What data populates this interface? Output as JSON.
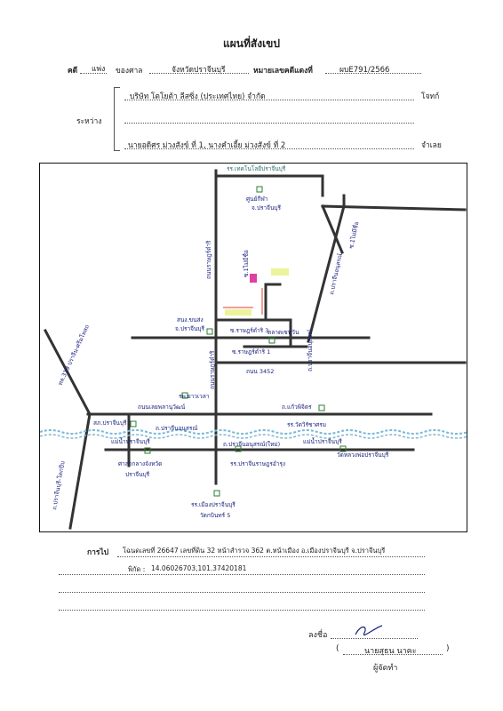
{
  "title": "แผนที่สังเขป",
  "header": {
    "case_label": "คดี",
    "case_type": "แพ่ง",
    "court_label": "ของศาล",
    "court": "จังหวัดปราจีนบุรี",
    "case_no_label": "หมายเลขคดีแดงที่",
    "case_no": "ผบE791/2566"
  },
  "parties": {
    "between_label": "ระหว่าง",
    "plaintiff": "บริษัท โตโยต้า ลีสซิ่ง (ประเทศไทย) จำกัด",
    "plaintiff_role": "โจทก์",
    "defendant": "นายอดิศร ม่วงสังข์ ที่ 1, นางคำเอี้ย ม่วงสังข์ ที่ 2",
    "defendant_role": "จำเลย"
  },
  "map": {
    "labels": {
      "school_top": "รร.เทคโนโลยีปราจีนบุรี",
      "center": "ศูนย์กีฬา",
      "center_sub": "จ.ปราจีนบุรี",
      "road_left": "ถนนราษฎร์ดำริ",
      "road_right": "ถ.ปราจีนอนุสรณ์",
      "soi_top": "ซ.1ไม่มีชื่อ",
      "office": "สนง.ขนส่ง",
      "office_sub": "จ.ปราจีนบุรี",
      "soi_a": "ซ.ราษฎร์ดำริ 3",
      "soi_b": "ซ.ราษฎร์ดำริ 1",
      "market": "ตลาดเซฟวัน",
      "road_bottom": "ถนน 3452",
      "highway_left": "ทล.319 ปราจีน-ศรีมโหสถ",
      "road_mid1": "ถนนเลยพลานุวัฒน์",
      "road_mid2": "ถ.แก้วพิจิตร",
      "police": "สภ.ปราจีนบุรี",
      "hospital": "รพ.ยาวเวลา",
      "school_mid": "รร.วัดวิรัชาศรม",
      "river_left": "แม่น้ำปราจีนบุรี",
      "river_right": "แม่น้ำปราจีนบุรี",
      "road_low1": "ถ.ปราจีนอนุสรณ์",
      "road_low2": "ถ.ปราจีนอนุสรณ์(ใหม่)",
      "road_vert_left": "ถ.ปราจีนบุรี-โคกปีบ",
      "gov_hall": "ศาลากลางจังหวัด",
      "gov_hall_sub": "ปราจีนบุรี",
      "school_low": "รร.ปราจีนราษฎรอำรุง",
      "temple": "วัดหลวงพ่อปราจีนบุรี",
      "school_bottom": "รร.เมืองปราจีนบุรี",
      "school_bottom_sub": "วัดกบินทร์ 5"
    }
  },
  "directions": {
    "label": "การไป",
    "line1": "โฉนดเลขที่ 26647 เลขที่ดิน 32 หน้าสำรวจ 362  ต.หน้าเมือง  อ.เมืองปราจีนบุรี  จ.ปราจีนบุรี",
    "coord_label": "พิกัด :",
    "coords": "14.06026703,101.37420181"
  },
  "signature": {
    "sign_label": "ลงชื่อ",
    "open_paren": "(",
    "name": "นายสุธน  นาคะ",
    "close_paren": ")",
    "role": "ผู้จัดทำ"
  }
}
